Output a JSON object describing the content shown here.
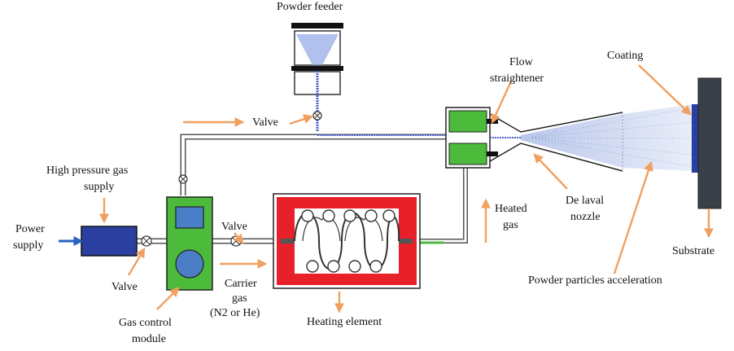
{
  "labels": {
    "powder_feeder": "Powder feeder",
    "flow_straightener_1": "Flow",
    "flow_straightener_2": "straightener",
    "coating": "Coating",
    "valve_top": "Valve",
    "high_pressure_1": "High pressure gas",
    "high_pressure_2": "supply",
    "power_supply_1": "Power",
    "power_supply_2": "supply",
    "valve_left": "Valve",
    "valve_mid": "Valve",
    "heated_gas_1": "Heated",
    "heated_gas_2": "gas",
    "de_laval_1": "De laval",
    "de_laval_2": "nozzle",
    "substrate": "Substrate",
    "powder_accel": "Powder particles acceleration",
    "carrier_gas_1": "Carrier",
    "carrier_gas_2": "gas",
    "carrier_gas_3": "(N2 or He)",
    "gas_control_1": "Gas control",
    "gas_control_2": "module",
    "heating_element": "Heating element"
  },
  "colors": {
    "arrow": "#f0a060",
    "gas_supply": "#2a3fa0",
    "control_module": "#4cbb3c",
    "control_screen": "#4a7fc8",
    "heater": "#e8202a",
    "straightener": "#4cbb3c",
    "substrate": "#3a4048",
    "coating": "#2a3fa0",
    "pipe": "#555555",
    "powder": "#4a5fd0"
  }
}
